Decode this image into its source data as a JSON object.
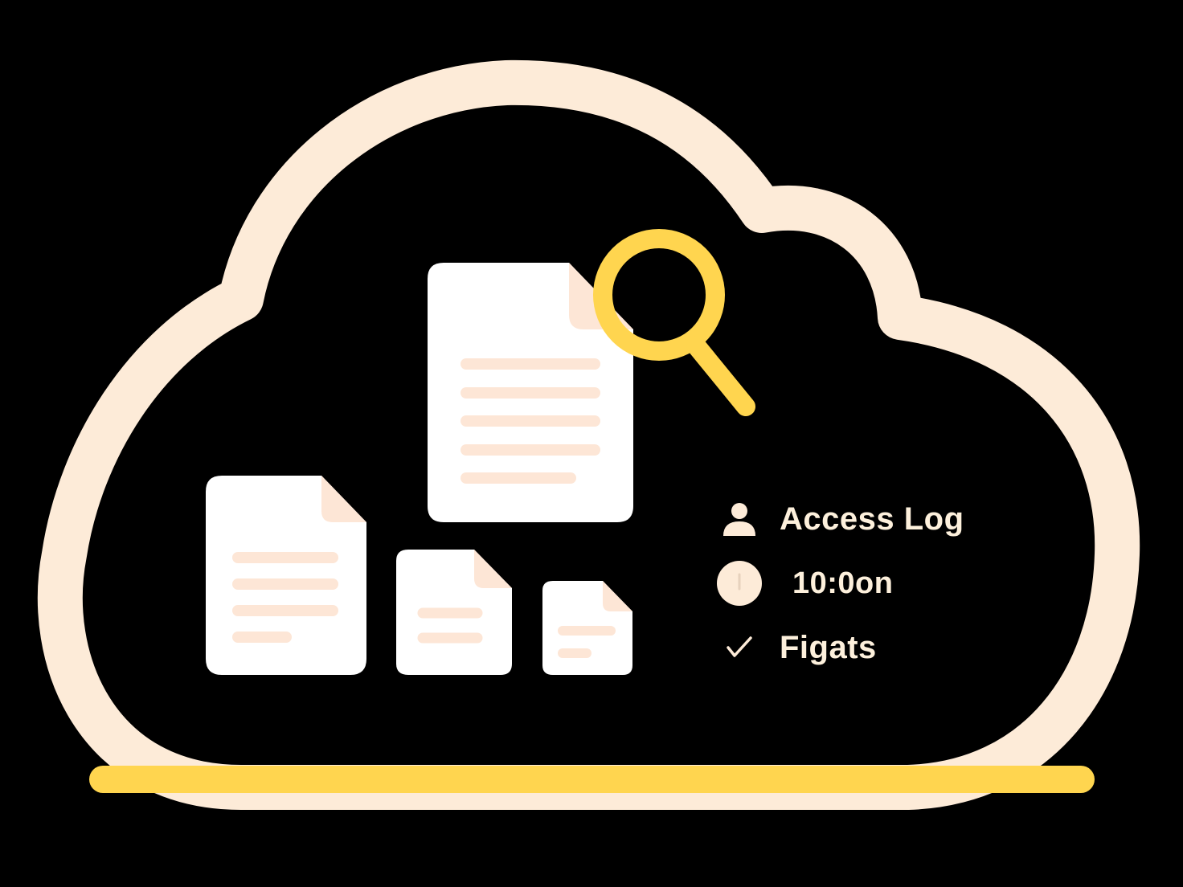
{
  "colors": {
    "background": "#000000",
    "cloud_outline": "#fdebd8",
    "accent_yellow": "#ffd54f",
    "document_fill": "#ffffff",
    "document_lines": "#fde6d6",
    "text": "#fdf0dc"
  },
  "diagram": {
    "icons": [
      "cloud-outline",
      "document-icon",
      "magnifier-icon",
      "user-icon",
      "clock-icon",
      "check-icon"
    ]
  },
  "legend": {
    "items": [
      {
        "icon": "user-icon",
        "label": "Access Log"
      },
      {
        "icon": "clock-icon",
        "label": "10:0on"
      },
      {
        "icon": "check-icon",
        "label": "Figats"
      }
    ]
  }
}
